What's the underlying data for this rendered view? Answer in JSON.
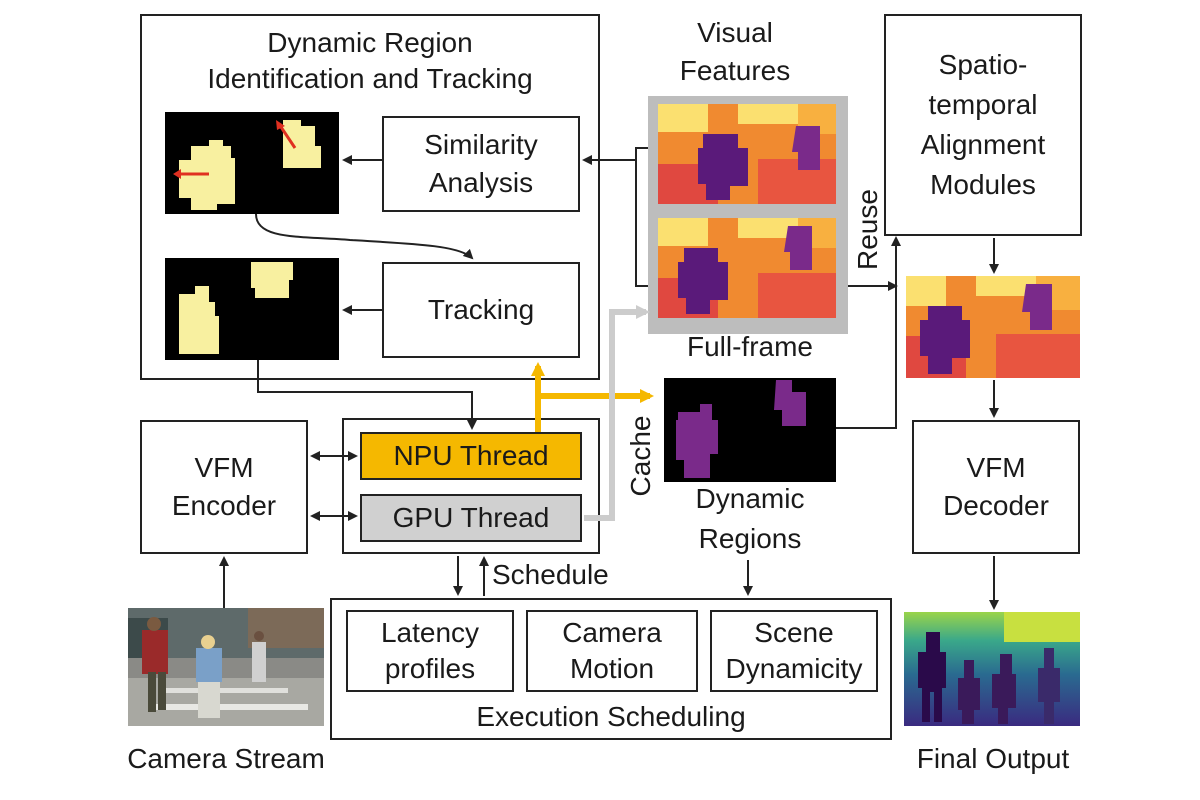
{
  "dynamic_region": {
    "title_line1": "Dynamic Region",
    "title_line2": "Identification and Tracking"
  },
  "similarity": {
    "line1": "Similarity",
    "line2": "Analysis"
  },
  "tracking": {
    "label": "Tracking"
  },
  "visual_features": {
    "line1": "Visual",
    "line2": "Features"
  },
  "full_frame": {
    "label": "Full-frame"
  },
  "reuse": {
    "label": "Reuse"
  },
  "alignment": {
    "line1": "Spatio-",
    "line2": "temporal",
    "line3": "Alignment",
    "line4": "Modules"
  },
  "vfm_encoder": {
    "line1": "VFM",
    "line2": "Encoder"
  },
  "npu_thread": {
    "label": "NPU Thread"
  },
  "gpu_thread": {
    "label": "GPU Thread"
  },
  "cache": {
    "label": "Cache"
  },
  "dynamic_regions": {
    "line1": "Dynamic",
    "line2": "Regions"
  },
  "vfm_decoder": {
    "line1": "VFM",
    "line2": "Decoder"
  },
  "schedule": {
    "label": "Schedule"
  },
  "scheduling": {
    "title": "Execution Scheduling",
    "latency": {
      "line1": "Latency",
      "line2": "profiles"
    },
    "camera_motion": {
      "line1": "Camera",
      "line2": "Motion"
    },
    "scene": {
      "line1": "Scene",
      "line2": "Dynamicity"
    }
  },
  "camera_stream": {
    "label": "Camera Stream"
  },
  "final_output": {
    "label": "Final Output"
  },
  "colors": {
    "npu": "#f5b800",
    "gpu": "#d0d0d0",
    "arrow_gpu": "#cccccc",
    "mask": "#f8f0a0"
  }
}
